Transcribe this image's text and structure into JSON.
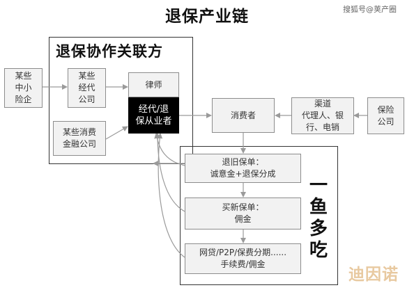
{
  "title": "退保产业链",
  "watermark": "搜狐号@荚产圈",
  "alliance": {
    "title": "退保协作关联方"
  },
  "side_label": "一鱼多吃",
  "brand": "迪因诺",
  "nodes": {
    "small_business": "某些\n中小\n险企",
    "consultancy": "某些\n经代\n公司",
    "consumer_finance": "某些消费\n金融公司",
    "lawyer": "律师",
    "practitioner": "经代/退\n保从业者",
    "consumer": "消费者",
    "channel": "渠道\n代理人、银\n行、电销",
    "insurer": "保险\n公司",
    "step_refund": "退旧保单：\n诚意金+退保分成",
    "step_new_policy": "买新保单：\n佣金",
    "step_loans": "网贷/P2P/保费分期......\n手续费/佣金"
  },
  "colors": {
    "practitioner_bg": "#000000",
    "box_bg": "#f2f2f2",
    "brand": "#e8c9a0"
  }
}
